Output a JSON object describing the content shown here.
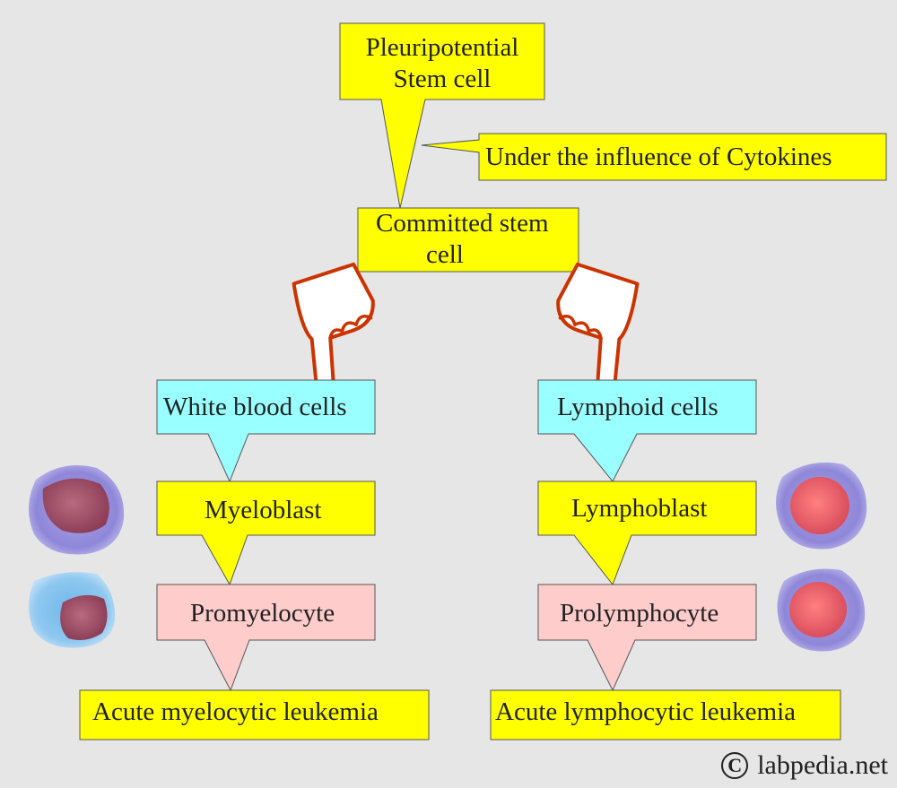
{
  "colors": {
    "background": "#e6e6e6",
    "yellow_box": "#ffff00",
    "cyan_box": "#99ffff",
    "pink_box": "#ffcccc",
    "hand_outline": "#cc3300"
  },
  "nodes": {
    "pluripotential": [
      "Pleuripotential",
      "Stem cell"
    ],
    "cytokines": "Under the influence of Cytokines",
    "committed": [
      "Committed stem",
      "cell"
    ],
    "wbc": "White blood cells",
    "lymphoid": "Lymphoid cells",
    "myeloblast": "Myeloblast",
    "lymphoblast": "Lymphoblast",
    "promyelocyte": "Promyelocyte",
    "prolymphocyte": "Prolymphocyte",
    "aml": "Acute myelocytic leukemia",
    "all": "Acute lymphocytic leukemia"
  },
  "icons": [
    "pointing-hand-icon",
    "cell-image-icon"
  ],
  "watermark": {
    "symbol": "C",
    "text": "labpedia.net"
  }
}
